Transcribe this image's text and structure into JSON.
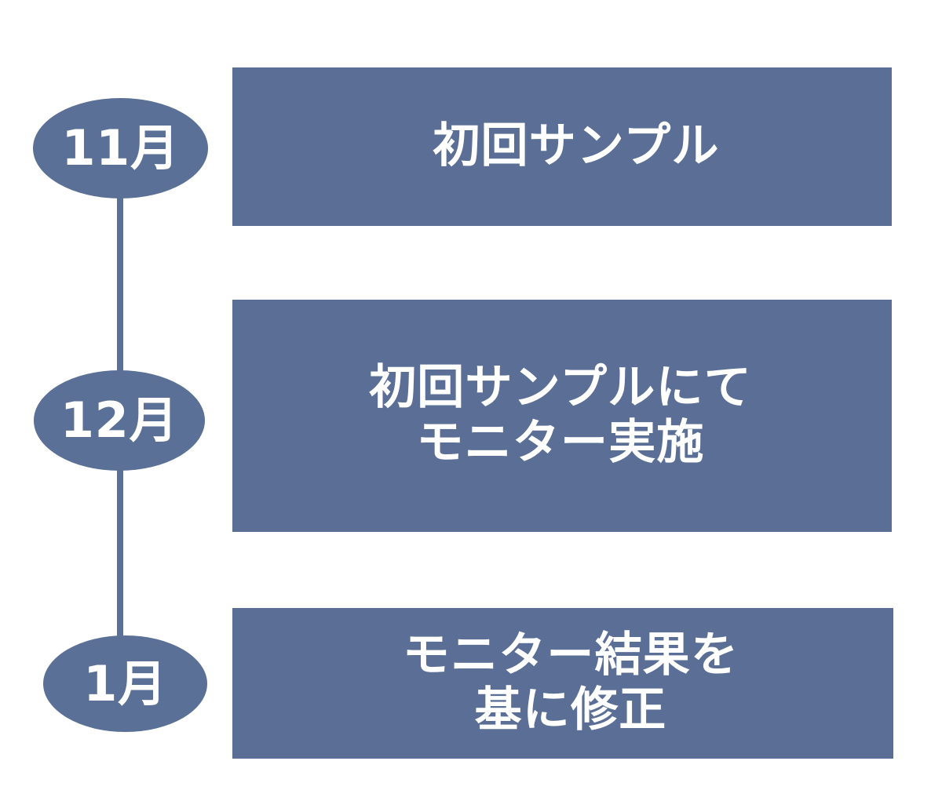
{
  "diagram": {
    "type": "vertical-timeline",
    "title": "",
    "colors": {
      "marker_fill": "#5B7096",
      "box_fill": "#5A6E96",
      "connector": "#5B7096",
      "text": "#FFFFFF",
      "background": "#FFFFFF"
    },
    "steps": [
      {
        "marker_label": "11月",
        "box_text": "初回サンプル",
        "box_lines": [
          "初回サンプル"
        ]
      },
      {
        "marker_label": "12月",
        "box_text": "初回サンプルにて\nモニター実施",
        "box_lines": [
          "初回サンプルにて",
          "モニター実施"
        ]
      },
      {
        "marker_label": "1月",
        "box_text": "モニター結果を\n基に修正",
        "box_lines": [
          "モニター結果を",
          "基に修正"
        ]
      }
    ],
    "connectors": [
      {
        "from": "11月",
        "to": "12月"
      },
      {
        "from": "12月",
        "to": "1月"
      }
    ]
  }
}
